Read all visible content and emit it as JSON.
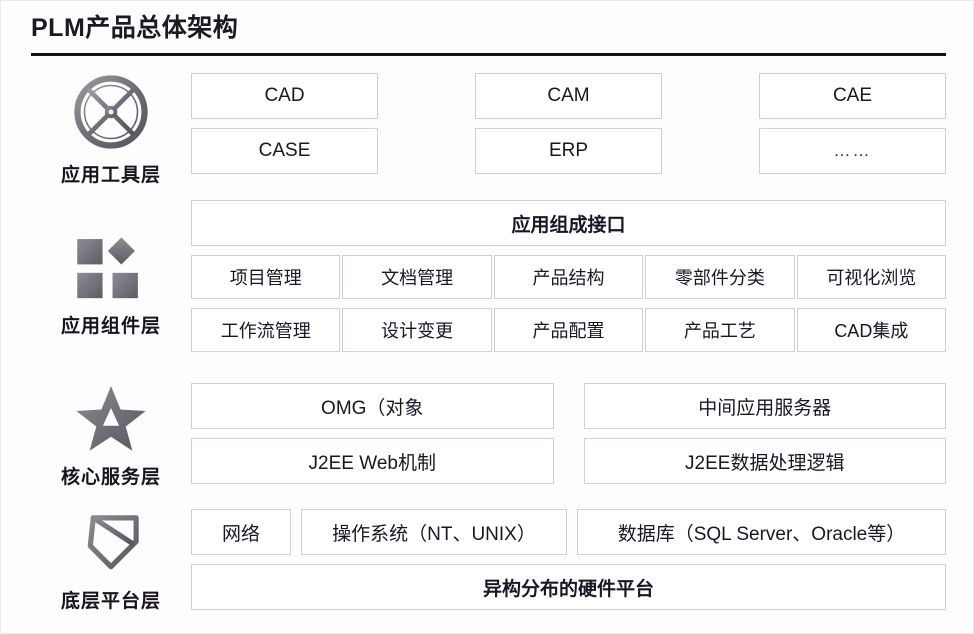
{
  "header": {
    "title": "PLM产品总体架构"
  },
  "layers": [
    {
      "id": "application-tools",
      "label": "应用工具层",
      "icon": "wheel-icon",
      "rows": [
        {
          "items": [
            "CAD",
            "CAM",
            "CAE"
          ]
        },
        {
          "items": [
            "CASE",
            "ERP",
            "……"
          ]
        }
      ]
    },
    {
      "id": "application-components",
      "label": "应用组件层",
      "icon": "blocks-icon",
      "interface_bar": "应用组成接口",
      "rows": [
        {
          "items": [
            "项目管理",
            "文档管理",
            "产品结构",
            "零部件分类",
            "可视化浏览"
          ]
        },
        {
          "items": [
            "工作流管理",
            "设计变更",
            "产品配置",
            "产品工艺",
            "CAD集成"
          ]
        }
      ]
    },
    {
      "id": "core-services",
      "label": "核心服务层",
      "icon": "star-icon",
      "rows": [
        {
          "items": [
            "OMG（对象",
            "中间应用服务器"
          ]
        },
        {
          "items": [
            "J2EE Web机制",
            "J2EE数据处理逻辑"
          ]
        }
      ]
    },
    {
      "id": "base-platform",
      "label": "底层平台层",
      "icon": "layers-speed-icon",
      "rows": [
        {
          "items": [
            "网络",
            "操作系统（NT、UNIX）",
            "数据库（SQL Server、Oracle等）"
          ]
        }
      ],
      "footer_bar": "异构分布的硬件平台"
    }
  ],
  "colors": {
    "title_text": "#1a1a22",
    "rule": "#111118",
    "box_border": "#cfcfd8",
    "box_fill": "#ffffff",
    "box_text": "#1b1526",
    "icon_gray": "#6e6e76",
    "page_bg": "#fdfdfd"
  }
}
